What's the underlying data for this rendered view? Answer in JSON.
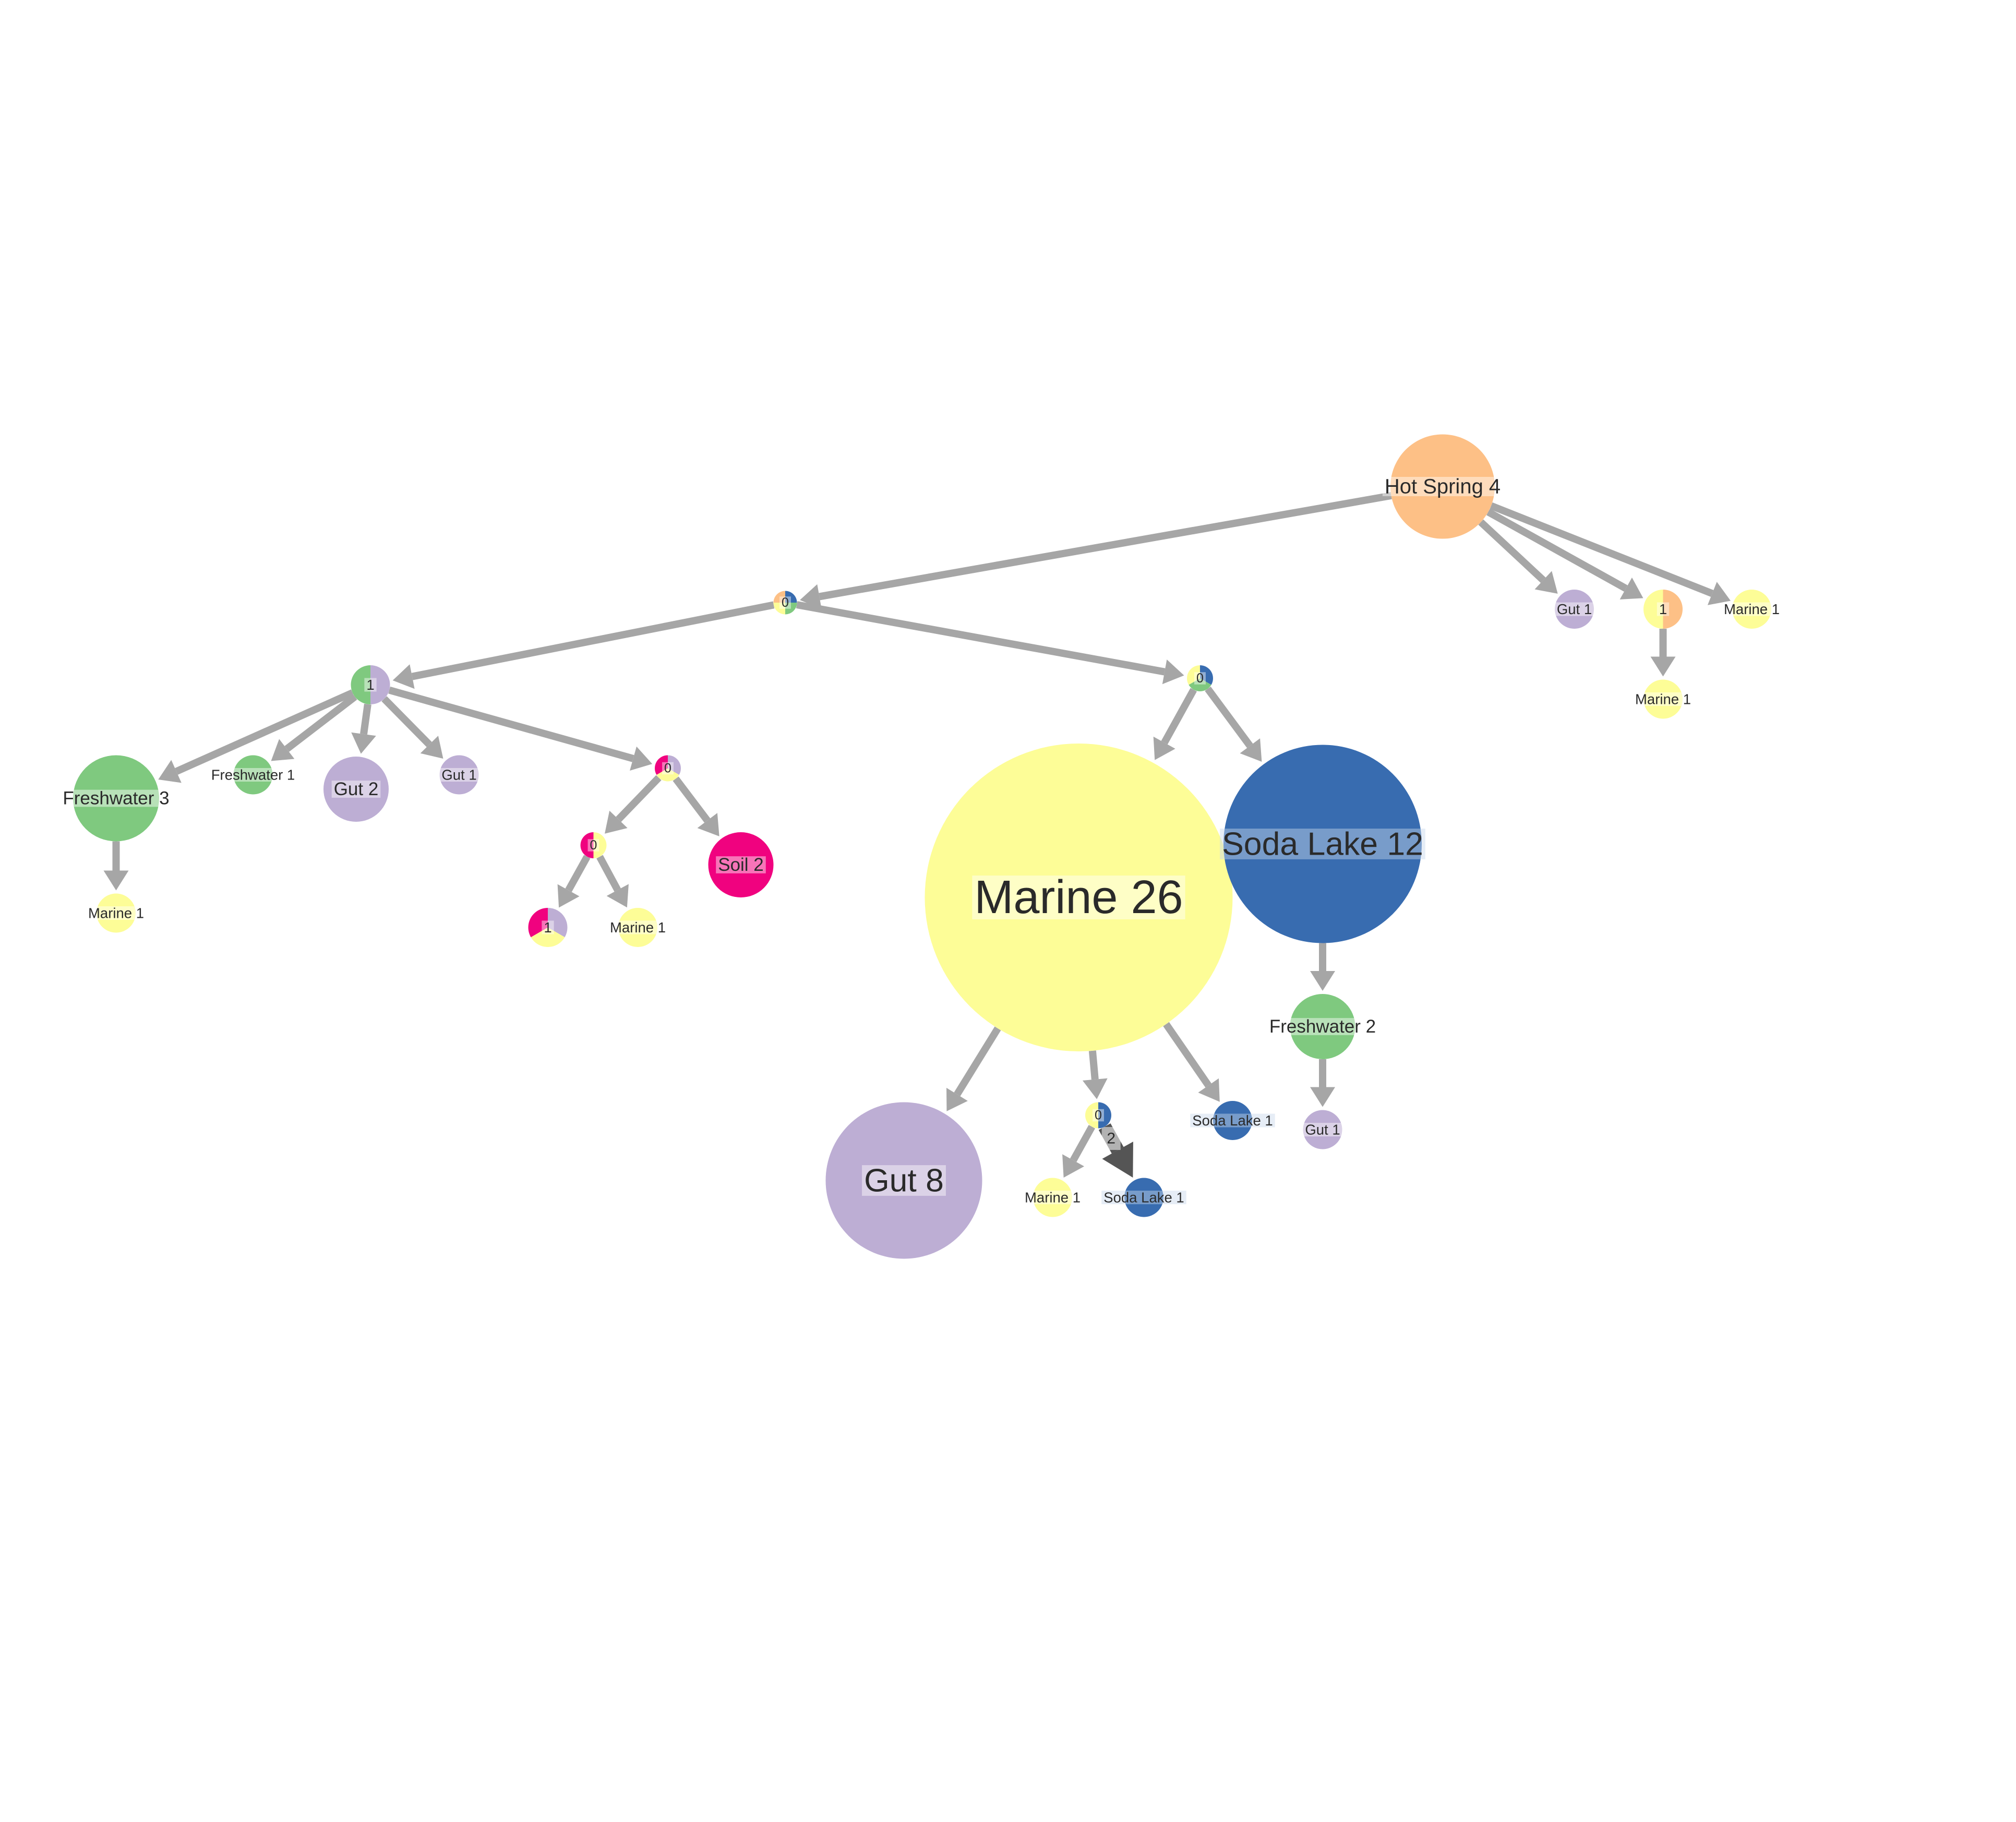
{
  "colors": {
    "Marine": "#fdfd97",
    "Gut": "#bdaed4",
    "Soda Lake": "#386cb0",
    "Freshwater": "#7fc97f",
    "Hot Spring": "#fdc086",
    "Soil": "#f0027f",
    "edge": "#a6a6a6",
    "edge_strong": "#555555"
  },
  "nodes": [
    {
      "id": "hotspring",
      "label": "Hot Spring 4",
      "size": "large",
      "slices": [
        [
          "Hot Spring",
          1
        ]
      ]
    },
    {
      "id": "n0a",
      "label": "0",
      "size": "tiny",
      "slices": [
        [
          "Soda Lake",
          1
        ],
        [
          "Freshwater",
          1
        ],
        [
          "Marine",
          1
        ],
        [
          "Hot Spring",
          1
        ]
      ]
    },
    {
      "id": "n1a",
      "label": "1",
      "size": "small",
      "slices": [
        [
          "Gut",
          1
        ],
        [
          "Freshwater",
          1
        ]
      ]
    },
    {
      "id": "n0b",
      "label": "0",
      "size": "tiny",
      "slices": [
        [
          "Soda Lake",
          1
        ],
        [
          "Freshwater",
          1
        ],
        [
          "Marine",
          1
        ]
      ]
    },
    {
      "id": "gut1a",
      "label": "Gut 1",
      "size": "small",
      "slices": [
        [
          "Gut",
          1
        ]
      ]
    },
    {
      "id": "n1b",
      "label": "1",
      "size": "small",
      "slices": [
        [
          "Hot Spring",
          1
        ],
        [
          "Marine",
          1
        ]
      ]
    },
    {
      "id": "marine1a",
      "label": "Marine 1",
      "size": "small",
      "slices": [
        [
          "Marine",
          1
        ]
      ]
    },
    {
      "id": "marine1b",
      "label": "Marine 1",
      "size": "small",
      "slices": [
        [
          "Marine",
          1
        ]
      ]
    },
    {
      "id": "freshwater3",
      "label": "Freshwater 3",
      "size": "medium",
      "slices": [
        [
          "Freshwater",
          1
        ]
      ]
    },
    {
      "id": "freshwater1",
      "label": "Freshwater 1",
      "size": "small",
      "slices": [
        [
          "Freshwater",
          1
        ]
      ]
    },
    {
      "id": "gut2",
      "label": "Gut 2",
      "size": "medium",
      "slices": [
        [
          "Gut",
          1
        ]
      ]
    },
    {
      "id": "gut1b",
      "label": "Gut 1",
      "size": "small",
      "slices": [
        [
          "Gut",
          1
        ]
      ]
    },
    {
      "id": "n0c",
      "label": "0",
      "size": "tiny",
      "slices": [
        [
          "Gut",
          1
        ],
        [
          "Marine",
          1
        ],
        [
          "Soil",
          1
        ]
      ]
    },
    {
      "id": "marine1c",
      "label": "Marine 1",
      "size": "small",
      "slices": [
        [
          "Marine",
          1
        ]
      ]
    },
    {
      "id": "n0d",
      "label": "0",
      "size": "tiny",
      "slices": [
        [
          "Marine",
          1
        ],
        [
          "Soil",
          1
        ]
      ]
    },
    {
      "id": "soil2",
      "label": "Soil 2",
      "size": "medium",
      "slices": [
        [
          "Soil",
          1
        ]
      ]
    },
    {
      "id": "n1c",
      "label": "1",
      "size": "small",
      "slices": [
        [
          "Gut",
          1
        ],
        [
          "Marine",
          1
        ],
        [
          "Soil",
          1
        ]
      ]
    },
    {
      "id": "marine1d",
      "label": "Marine 1",
      "size": "small",
      "slices": [
        [
          "Marine",
          1
        ]
      ]
    },
    {
      "id": "marine26",
      "label": "Marine 26",
      "size": "huge",
      "slices": [
        [
          "Marine",
          1
        ]
      ]
    },
    {
      "id": "sodalake12",
      "label": "Soda Lake 12",
      "size": "xlarge",
      "slices": [
        [
          "Soda Lake",
          1
        ]
      ]
    },
    {
      "id": "freshwater2",
      "label": "Freshwater 2",
      "size": "medium",
      "slices": [
        [
          "Freshwater",
          1
        ]
      ]
    },
    {
      "id": "gut1c",
      "label": "Gut 1",
      "size": "small",
      "slices": [
        [
          "Gut",
          1
        ]
      ]
    },
    {
      "id": "gut8",
      "label": "Gut 8",
      "size": "xlarge",
      "slices": [
        [
          "Gut",
          1
        ]
      ]
    },
    {
      "id": "n0e",
      "label": "0",
      "size": "tiny",
      "slices": [
        [
          "Soda Lake",
          1
        ],
        [
          "Marine",
          1
        ]
      ]
    },
    {
      "id": "sodalake1a",
      "label": "Soda Lake 1",
      "size": "small",
      "slices": [
        [
          "Soda Lake",
          1
        ]
      ]
    },
    {
      "id": "marine1e",
      "label": "Marine 1",
      "size": "small",
      "slices": [
        [
          "Marine",
          1
        ]
      ]
    },
    {
      "id": "sodalake1b",
      "label": "Soda Lake 1",
      "size": "small",
      "slices": [
        [
          "Soda Lake",
          1
        ]
      ]
    }
  ],
  "edges": [
    {
      "from": "hotspring",
      "to": "n0a"
    },
    {
      "from": "hotspring",
      "to": "gut1a"
    },
    {
      "from": "hotspring",
      "to": "n1b"
    },
    {
      "from": "hotspring",
      "to": "marine1a"
    },
    {
      "from": "n1b",
      "to": "marine1b"
    },
    {
      "from": "n0a",
      "to": "n1a"
    },
    {
      "from": "n0a",
      "to": "n0b"
    },
    {
      "from": "n1a",
      "to": "freshwater3"
    },
    {
      "from": "n1a",
      "to": "freshwater1"
    },
    {
      "from": "n1a",
      "to": "gut2"
    },
    {
      "from": "n1a",
      "to": "gut1b"
    },
    {
      "from": "n1a",
      "to": "n0c"
    },
    {
      "from": "freshwater3",
      "to": "marine1c"
    },
    {
      "from": "n0c",
      "to": "n0d"
    },
    {
      "from": "n0c",
      "to": "soil2"
    },
    {
      "from": "n0d",
      "to": "n1c"
    },
    {
      "from": "n0d",
      "to": "marine1d"
    },
    {
      "from": "n0b",
      "to": "marine26"
    },
    {
      "from": "n0b",
      "to": "sodalake12"
    },
    {
      "from": "sodalake12",
      "to": "freshwater2"
    },
    {
      "from": "freshwater2",
      "to": "gut1c"
    },
    {
      "from": "marine26",
      "to": "gut8"
    },
    {
      "from": "marine26",
      "to": "n0e"
    },
    {
      "from": "marine26",
      "to": "sodalake1a"
    },
    {
      "from": "n0e",
      "to": "marine1e"
    },
    {
      "from": "n0e",
      "to": "sodalake1b",
      "label": "2",
      "strong": true
    }
  ]
}
